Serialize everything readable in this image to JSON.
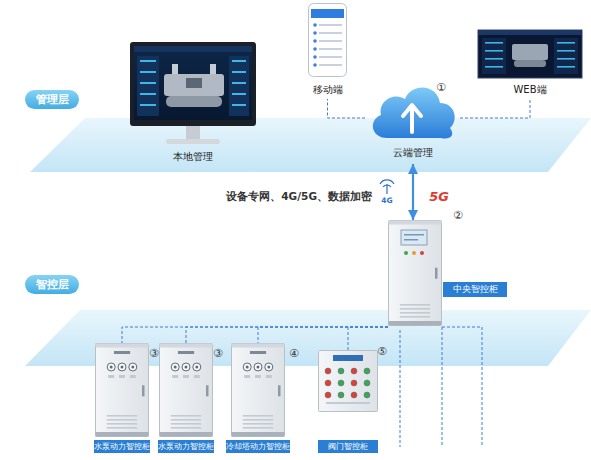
{
  "diagram": {
    "nodes": [
      {
        "text": [
          "管理层"
        ]
      },
      {
        "text": [
          "本地管理"
        ]
      },
      {
        "text": [
          "移动端"
        ]
      },
      {
        "text": [
          "云端管理"
        ]
      },
      {
        "text": [
          "WEB端"
        ]
      },
      {
        "text": [
          "智控层"
        ]
      },
      {
        "text": [
          "中央智控柜"
        ]
      },
      {
        "text": [
          "水泵动力智控柜"
        ]
      },
      {
        "text": [
          "水泵动力智控柜"
        ]
      },
      {
        "text": [
          "冷却塔动力智控柜"
        ]
      },
      {
        "text": [
          "阀门智控柜"
        ]
      }
    ],
    "edges": [
      {
        "from": 3,
        "to": 2,
        "arrow": "none"
      },
      {
        "from": 3,
        "to": 4,
        "arrow": "none"
      },
      {
        "from": 3,
        "to": 6,
        "arrow": "both",
        "label": "设备专网、4G/5G、数据加密"
      },
      {
        "from": 6,
        "to": 7,
        "arrow": "none"
      },
      {
        "from": 6,
        "to": 8,
        "arrow": "none"
      },
      {
        "from": 6,
        "to": 9,
        "arrow": "none"
      },
      {
        "from": 6,
        "to": 10,
        "arrow": "none"
      }
    ],
    "labels": [
      "①",
      "②",
      "③",
      "③",
      "④",
      "⑤",
      "4G",
      "5G"
    ]
  }
}
